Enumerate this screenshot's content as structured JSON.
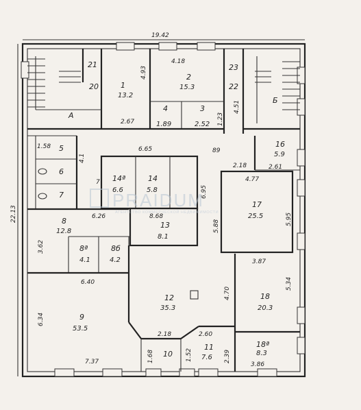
{
  "dimensions": {
    "width_top": "19.42",
    "height_left": "22.13"
  },
  "rooms": [
    {
      "id": "1",
      "label": "1",
      "area": "13.2",
      "dims": [
        "4.93",
        "2.67"
      ]
    },
    {
      "id": "2",
      "label": "2",
      "area": "15.3",
      "dims": [
        "4.18"
      ]
    },
    {
      "id": "3",
      "label": "3",
      "area": "2.52"
    },
    {
      "id": "4",
      "label": "4",
      "area": "1.89"
    },
    {
      "id": "5",
      "label": "5",
      "dims": [
        "1.58"
      ]
    },
    {
      "id": "6",
      "label": "6"
    },
    {
      "id": "7",
      "label": "7"
    },
    {
      "id": "8",
      "label": "8",
      "area": "12.8",
      "dims": [
        "6.26",
        "3.62"
      ]
    },
    {
      "id": "8a",
      "label": "8ª",
      "area": "4.1"
    },
    {
      "id": "8b",
      "label": "8б",
      "area": "4.2"
    },
    {
      "id": "9",
      "label": "9",
      "area": "53.5",
      "dims": [
        "6.40",
        "6.34",
        "7.37"
      ]
    },
    {
      "id": "10",
      "label": "10",
      "dims": [
        "1.68",
        "1.52"
      ]
    },
    {
      "id": "11",
      "label": "11",
      "area": "7.6",
      "dims": [
        "2.60",
        "2.39"
      ]
    },
    {
      "id": "12",
      "label": "12",
      "area": "35.3",
      "dims": [
        "2.18"
      ]
    },
    {
      "id": "13",
      "label": "13",
      "area": "8.1",
      "dims": [
        "8.68"
      ]
    },
    {
      "id": "14",
      "label": "14",
      "area": "5.8"
    },
    {
      "id": "14a",
      "label": "14ª",
      "area": "6.6"
    },
    {
      "id": "16",
      "label": "16",
      "area": "5.9",
      "dims": [
        "2.61"
      ]
    },
    {
      "id": "17",
      "label": "17",
      "area": "25.5",
      "dims": [
        "4.77",
        "5.95"
      ]
    },
    {
      "id": "18",
      "label": "18",
      "area": "20.3",
      "dims": [
        "3.87",
        "5.34",
        "4.70"
      ]
    },
    {
      "id": "18a",
      "label": "18ª",
      "area": "8.3",
      "dims": [
        "3.86"
      ]
    },
    {
      "id": "20",
      "label": "20"
    },
    {
      "id": "21",
      "label": "21"
    },
    {
      "id": "22",
      "label": "22"
    },
    {
      "id": "23",
      "label": "23"
    },
    {
      "id": "A",
      "label": "А"
    },
    {
      "id": "B",
      "label": "Б"
    }
  ],
  "corridor_dims": [
    "6.65",
    "89",
    "2.18",
    "6.95",
    "5.88",
    "4.51",
    "1.23",
    "4.1",
    "7"
  ],
  "watermark": {
    "brand": "PRAIDUM",
    "tagline": "АГЕНТСТВО КОММЕРЧЕСКОЙ НЕДВИЖИМОСТИ"
  }
}
